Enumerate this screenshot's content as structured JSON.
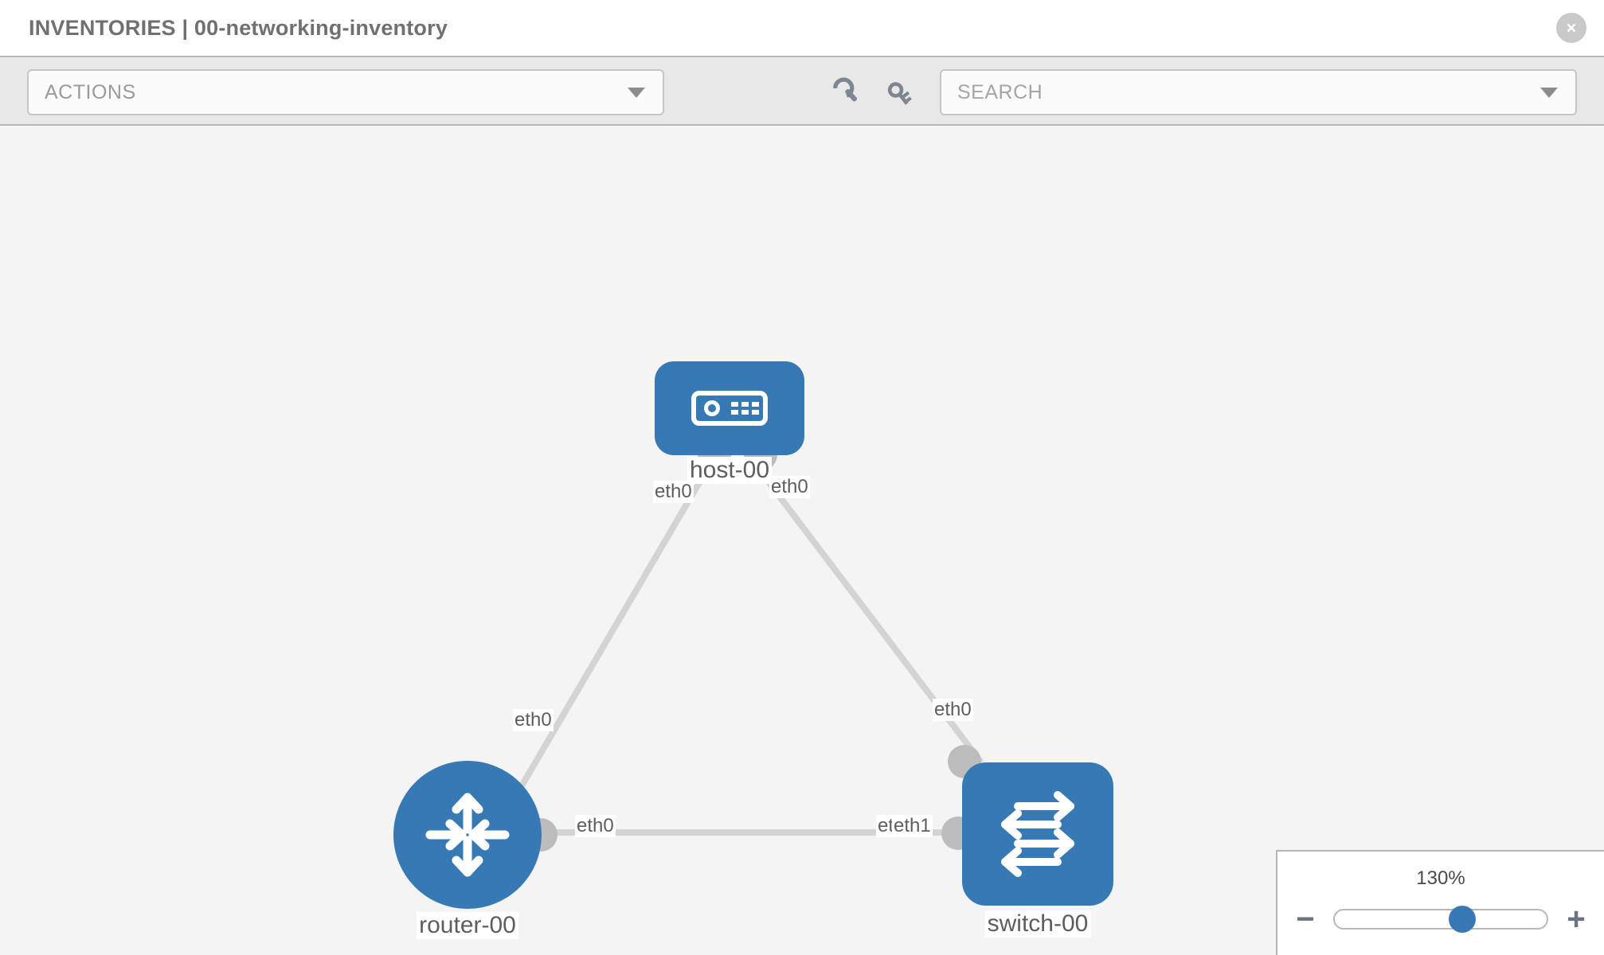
{
  "header": {
    "title": "INVENTORIES | 00-networking-inventory",
    "close_icon": "close-circle-icon"
  },
  "toolbar": {
    "actions_label": "ACTIONS",
    "actions_caret_icon": "chevron-down-icon",
    "wrench_icon": "wrench-icon",
    "key_icon": "key-icon",
    "search_placeholder": "SEARCH",
    "search_value": "",
    "search_caret_icon": "chevron-down-icon"
  },
  "topology": {
    "nodes": [
      {
        "id": "host-00",
        "label": "host-00",
        "type": "host",
        "icon": "server-icon",
        "shape": "rounded-square"
      },
      {
        "id": "router-00",
        "label": "router-00",
        "type": "router",
        "icon": "router-arrows-icon",
        "shape": "circle"
      },
      {
        "id": "switch-00",
        "label": "switch-00",
        "type": "switch",
        "icon": "switch-arrows-icon",
        "shape": "rounded-square"
      }
    ],
    "links": [
      {
        "from": "host-00",
        "to": "router-00",
        "from_interface": "eth0",
        "to_interface": "eth0"
      },
      {
        "from": "host-00",
        "to": "switch-00",
        "from_interface": "eth0",
        "to_interface": "eth0"
      },
      {
        "from": "router-00",
        "to": "switch-00",
        "from_interface": "eth0",
        "to_interface": "eth1",
        "to_interface_overlap": "eth0"
      }
    ],
    "interface_labels": {
      "host_left": "eth0",
      "host_right": "eth0",
      "router_upper": "eth0",
      "switch_upper": "eth0",
      "router_right": "eth0",
      "switch_left_behind": "eth0",
      "switch_left_front": "eth1"
    }
  },
  "zoom": {
    "value_label": "130%",
    "minus_label": "−",
    "plus_label": "+",
    "thumb_position_percent": 60
  },
  "colors": {
    "node_blue": "#3779b5",
    "canvas_bg": "#f4f4f4",
    "toolbar_bg": "#e8e8e8",
    "link_gray": "#d3d3d3",
    "nub_gray": "#bcbcbc",
    "text_gray": "#5d5d5d",
    "title_gray": "#707070"
  }
}
